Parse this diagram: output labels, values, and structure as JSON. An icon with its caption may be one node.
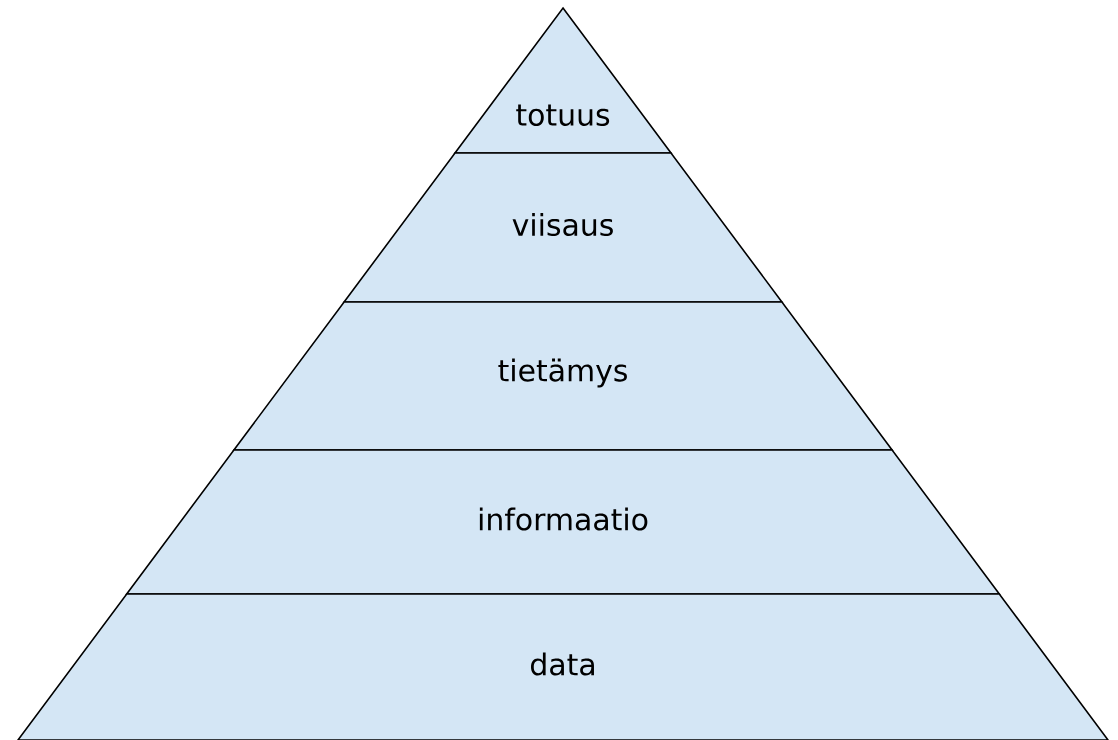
{
  "diagram": {
    "nodes": [
      {
        "text": [
          "totuus"
        ]
      },
      {
        "text": [
          "viisaus"
        ]
      },
      {
        "text": [
          "tietämys"
        ]
      },
      {
        "text": [
          "informaatio"
        ]
      },
      {
        "text": [
          "data"
        ]
      }
    ]
  }
}
